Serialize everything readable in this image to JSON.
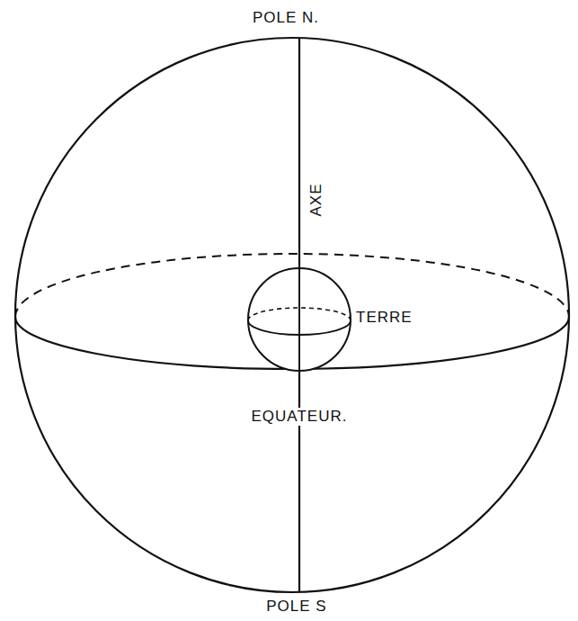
{
  "diagram": {
    "labels": [
      "POLE N.",
      "AXE",
      "TERRE",
      "EQUATEUR.",
      "POLE S"
    ]
  }
}
